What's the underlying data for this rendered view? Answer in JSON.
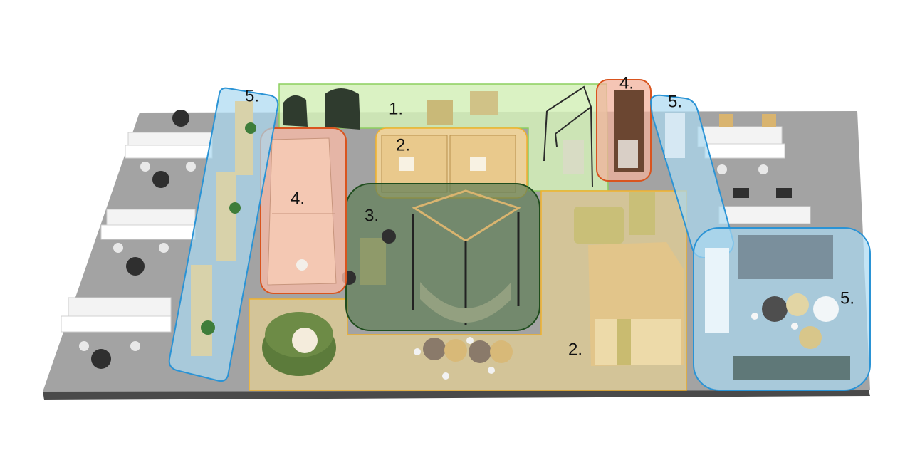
{
  "zones": [
    {
      "label": "1.",
      "color": "#8ccf5e",
      "fill": "#d3f0b9"
    },
    {
      "label": "2.",
      "color": "#f2b22b",
      "fill": "#f9d99a"
    },
    {
      "label": "2.",
      "color": "#f2b22b",
      "fill": "#e9d7a5"
    },
    {
      "label": "3.",
      "color": "#1f4d1e",
      "fill": "#5e7d55"
    },
    {
      "label": "4.",
      "color": "#d9541e",
      "fill": "#f5b9a6"
    },
    {
      "label": "4.",
      "color": "#d9541e",
      "fill": "#f1b29c"
    },
    {
      "label": "5.",
      "color": "#2a93d5",
      "fill": "#a9d8f1"
    },
    {
      "label": "5.",
      "color": "#2a93d5",
      "fill": "#a9d8f1"
    },
    {
      "label": "5.",
      "color": "#2a93d5",
      "fill": "#a9d8f1"
    }
  ],
  "colors": {
    "floor": "#9f9f9f",
    "floor_edge": "#5b5b5b",
    "desk": "#f1f1f1",
    "table": "#3a3a3a",
    "plant": "#3e7d3a",
    "wood": "#d9b46f"
  }
}
